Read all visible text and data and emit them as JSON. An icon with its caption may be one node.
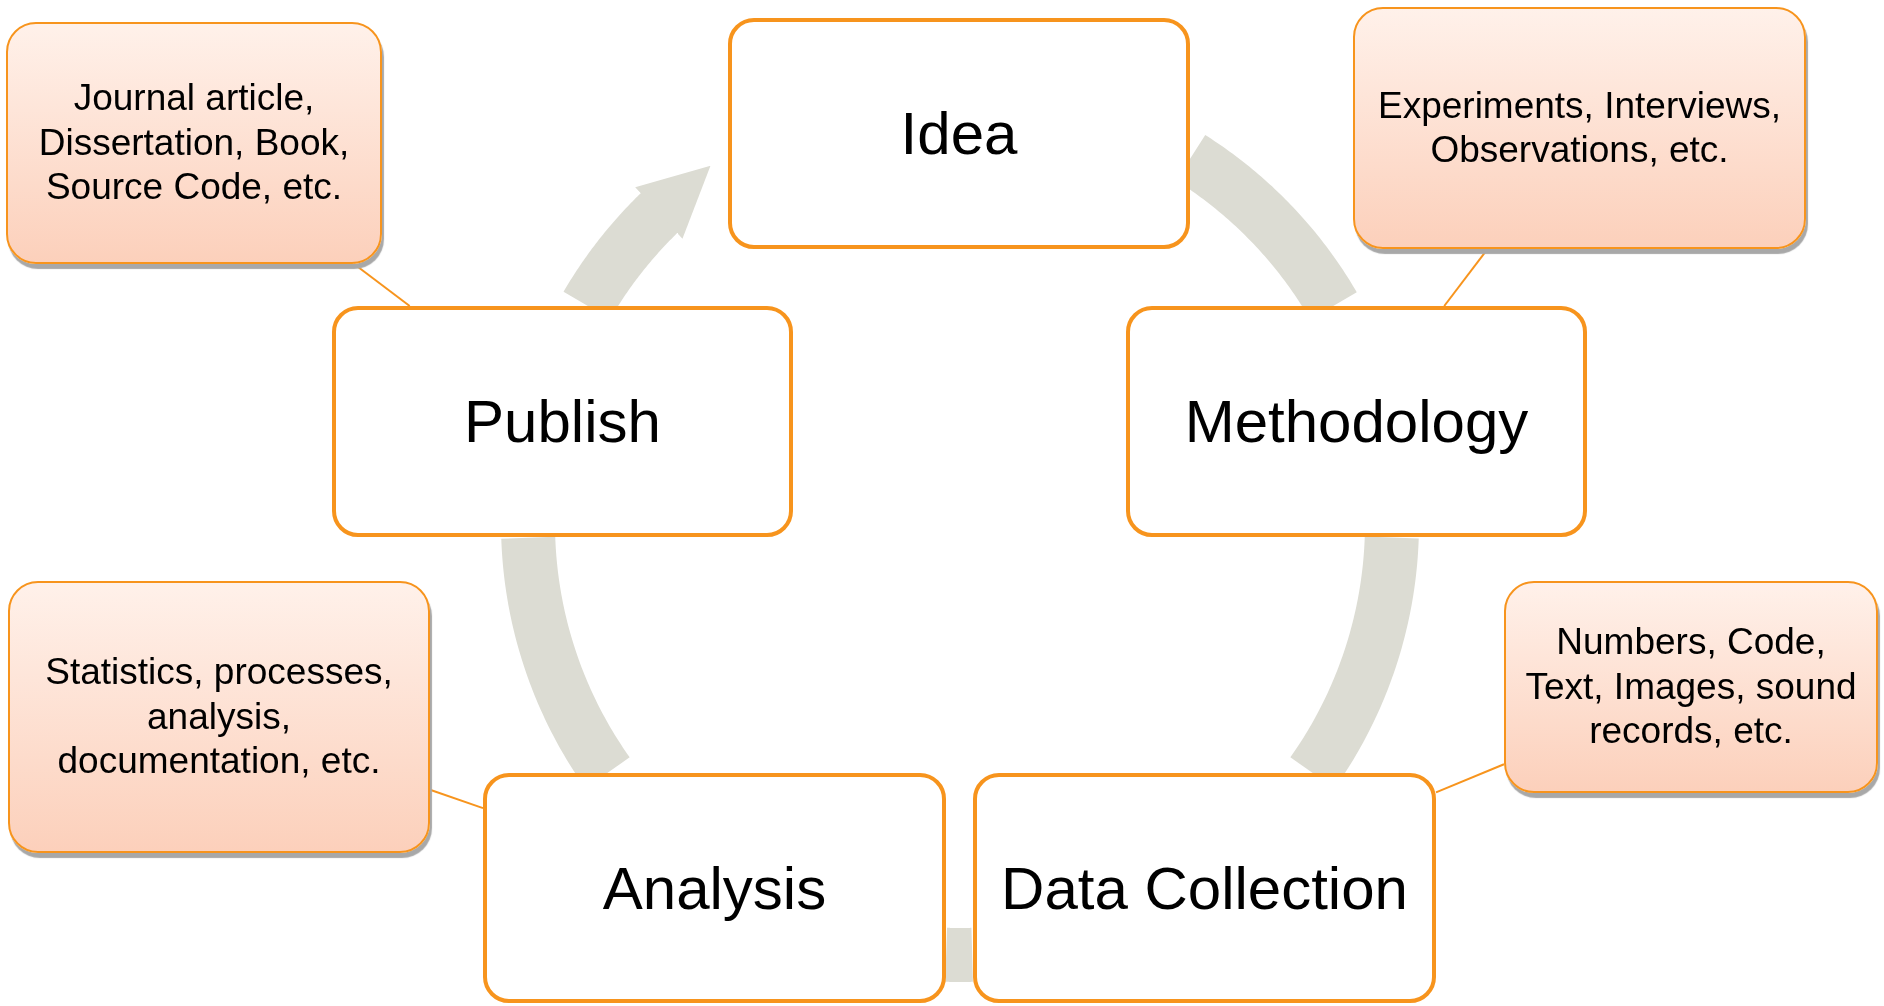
{
  "diagram": {
    "nodes": [
      {
        "text": [
          "Journal article, Dissertation, Book, Source Code, etc."
        ]
      },
      {
        "text": [
          "Idea"
        ]
      },
      {
        "text": [
          "Experiments, Interviews, Observations, etc."
        ]
      },
      {
        "text": [
          "Publish"
        ]
      },
      {
        "text": [
          "Methodology"
        ]
      },
      {
        "text": [
          "Statistics, processes, analysis, documentation, etc."
        ]
      },
      {
        "text": [
          "Numbers, Code, Text, Images, sound records, etc."
        ]
      },
      {
        "text": [
          "Analysis"
        ]
      },
      {
        "text": [
          "Data Collection"
        ]
      }
    ],
    "edges": [
      {
        "from": 1,
        "to": 4,
        "arrow": "none"
      },
      {
        "from": 4,
        "to": 8,
        "arrow": "none"
      },
      {
        "from": 8,
        "to": 7,
        "arrow": "none"
      },
      {
        "from": 7,
        "to": 3,
        "arrow": "none"
      },
      {
        "from": 3,
        "to": 1,
        "arrow": "to"
      },
      {
        "from": 0,
        "to": 3,
        "arrow": "none",
        "color": "#f7941d"
      },
      {
        "from": 2,
        "to": 4,
        "arrow": "none",
        "color": "#f7941d"
      },
      {
        "from": 6,
        "to": 8,
        "arrow": "none",
        "color": "#f7941d"
      },
      {
        "from": 5,
        "to": 7,
        "arrow": "none",
        "color": "#f7941d"
      }
    ]
  }
}
